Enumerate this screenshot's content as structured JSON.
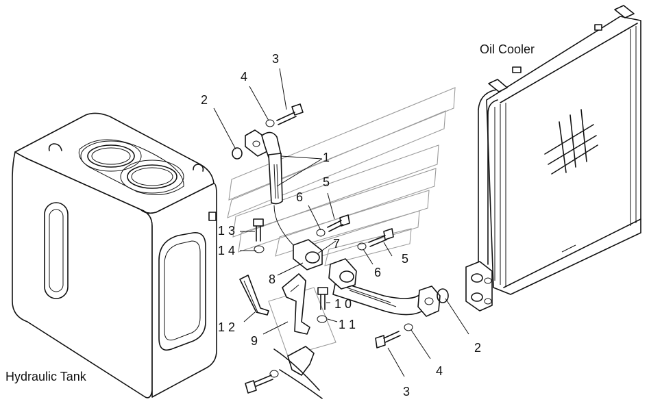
{
  "labels": {
    "hydraulic_tank": "Hydraulic Tank",
    "oil_cooler": "Oil Cooler"
  },
  "callouts": {
    "c1": "1",
    "c2a": "2",
    "c2b": "2",
    "c3a": "3",
    "c3b": "1 3",
    "c3c": "3",
    "c4a": "4",
    "c4b": "1 4",
    "c4c": "4",
    "c5a": "5",
    "c5b": "5",
    "c6a": "6",
    "c6b": "6",
    "c7": "7",
    "c8": "8",
    "c9": "9",
    "c10": "1 0",
    "c11": "1 1",
    "c12": "1 2"
  }
}
